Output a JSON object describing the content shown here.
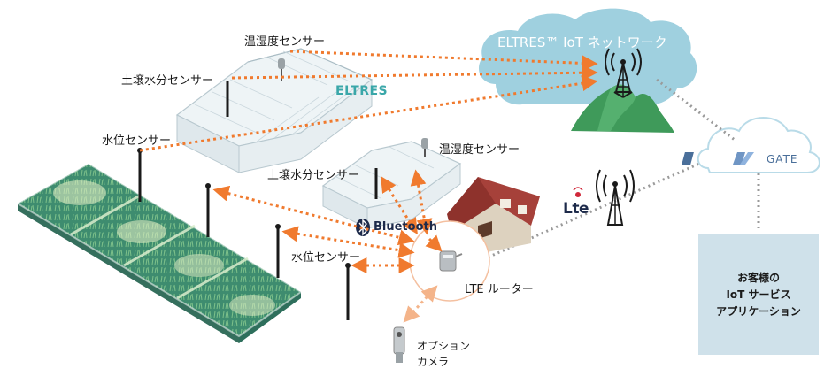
{
  "network": {
    "cloud_title": "ELTRES™ IoT ネットワーク",
    "eltres_label": "ELTRES",
    "gateway_label": "GATE",
    "lte_label": "Lte",
    "bluetooth_label": "Bluetooth"
  },
  "greenhouse_top": {
    "temp_humidity": "温湿度センサー",
    "soil_moisture": "土壌水分センサー"
  },
  "greenhouse_mid": {
    "temp_humidity": "温湿度センサー",
    "soil_moisture": "土壌水分センサー"
  },
  "field": {
    "water_level_top": "水位センサー",
    "water_level_mid": "水位センサー"
  },
  "router_label": "LTE ルーター",
  "camera": {
    "line1": "オプション",
    "line2": "カメラ"
  },
  "app_box": {
    "line1": "お客様の",
    "line2": "IoT サービス",
    "line3": "アプリケーション"
  },
  "colors": {
    "eltres_link": "#f07a2e",
    "bluetooth_link": "#f07a2e",
    "backhaul_link": "#9a9a9a",
    "cloud": "#9fd0df",
    "mountain": "#3f9a5a",
    "app_box": "#cfe1ea",
    "field": "#3d8f77"
  }
}
